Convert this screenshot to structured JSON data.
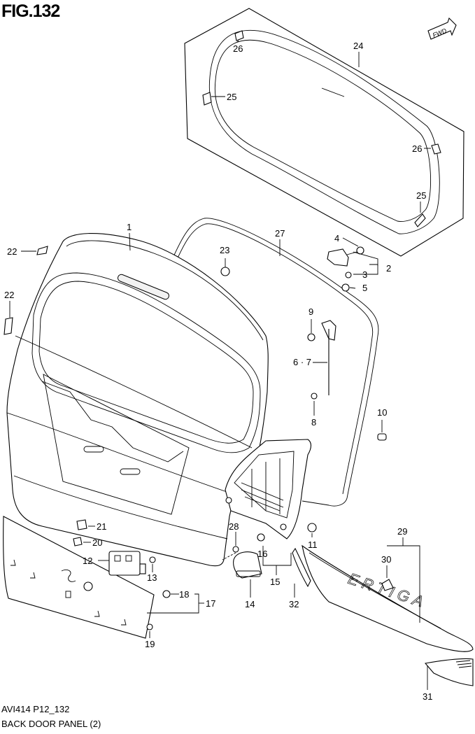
{
  "figure": {
    "title": "FIG.132",
    "ref_code": "AVI414 P12_132",
    "caption": "BACK DOOR PANEL (2)",
    "fwd_label": "FWD",
    "emblem_text": "ERTIGA"
  },
  "callouts": {
    "c1": "1",
    "c2": "2",
    "c3": "3",
    "c4": "4",
    "c5": "5",
    "c67": "6 · 7",
    "c8": "8",
    "c9": "9",
    "c10": "10",
    "c11": "11",
    "c12": "12",
    "c13": "13",
    "c14": "14",
    "c15": "15",
    "c16": "16",
    "c17": "17",
    "c18": "18",
    "c19": "19",
    "c20": "20",
    "c21": "21",
    "c22a": "22",
    "c22b": "22",
    "c23": "23",
    "c24": "24",
    "c25a": "25",
    "c25b": "25",
    "c26a": "26",
    "c26b": "26",
    "c27": "27",
    "c28": "28",
    "c29": "29",
    "c30": "30",
    "c31": "31",
    "c32": "32"
  }
}
